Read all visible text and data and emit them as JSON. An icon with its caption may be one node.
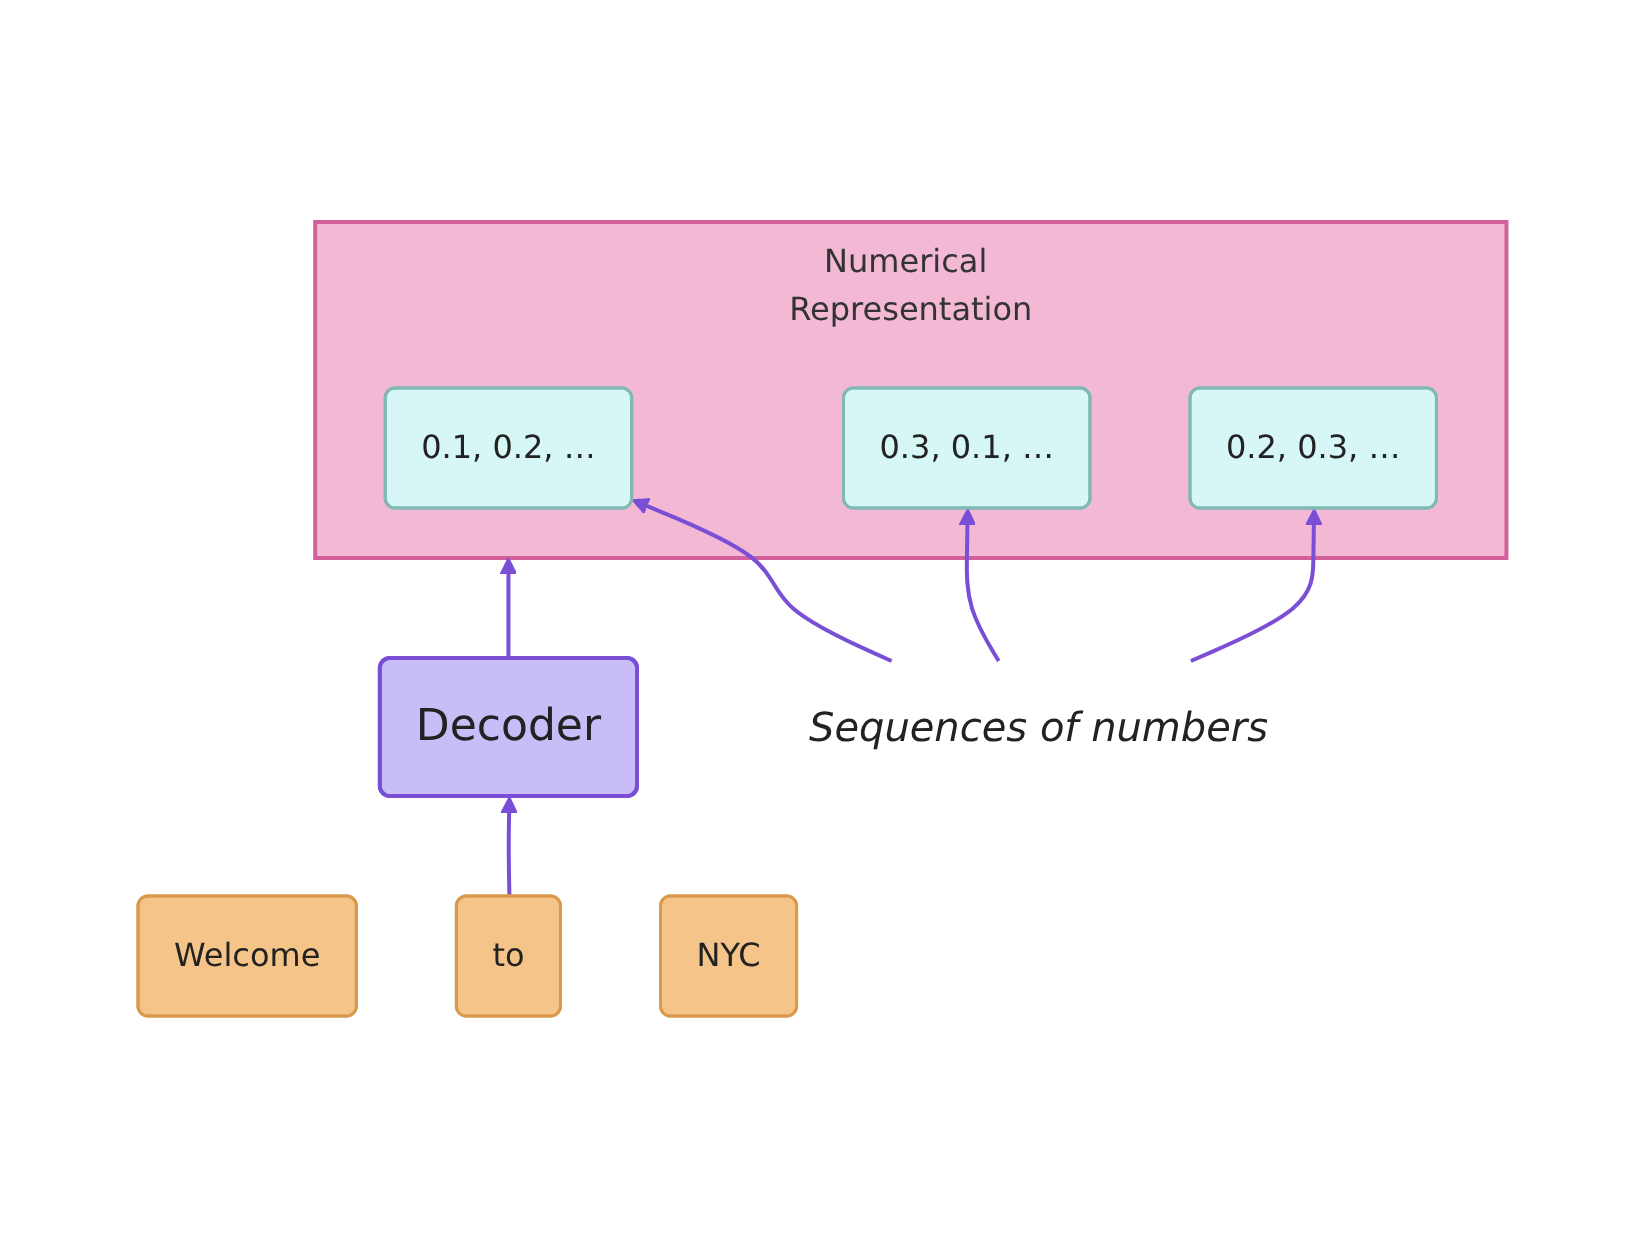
{
  "diagram": {
    "nodes": [
      {
        "text": [
          "Numerical Representation"
        ]
      },
      {
        "text": [
          "0.1, 0.2, …"
        ],
        "in": 0
      },
      {
        "text": [
          "0.3, 0.1, …"
        ],
        "in": 0
      },
      {
        "text": [
          "0.2, 0.3, …"
        ],
        "in": 0
      },
      {
        "text": [
          "Sequences of numbers"
        ]
      },
      {
        "text": [
          "Decoder"
        ]
      },
      {
        "text": [
          "Welcome"
        ]
      },
      {
        "text": [
          "to"
        ]
      },
      {
        "text": [
          "NYC"
        ]
      }
    ],
    "edges": [
      {
        "from": 4,
        "to": 1,
        "arrow": "to"
      },
      {
        "from": 4,
        "to": 2,
        "arrow": "to"
      },
      {
        "from": 4,
        "to": 3,
        "arrow": "to"
      },
      {
        "from": 5,
        "to": 0,
        "arrow": "to"
      },
      {
        "from": 7,
        "to": 5,
        "arrow": "to"
      }
    ]
  }
}
